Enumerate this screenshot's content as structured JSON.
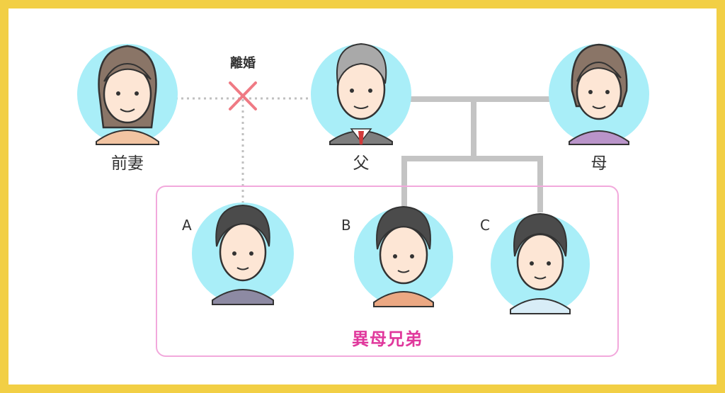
{
  "divorce_label": "離婚",
  "people": {
    "ex_wife": "前妻",
    "father": "父",
    "mother": "母"
  },
  "children": [
    "A",
    "B",
    "C"
  ],
  "group_label": "異母兄弟",
  "colors": {
    "frame": "#f2cf45",
    "circle": "#a9eef8",
    "line": "#c4c4c4",
    "dotted": "#c0c0c0",
    "cross": "#ef7a84",
    "group_border": "#f2a9dc",
    "group_text": "#e0389c"
  }
}
